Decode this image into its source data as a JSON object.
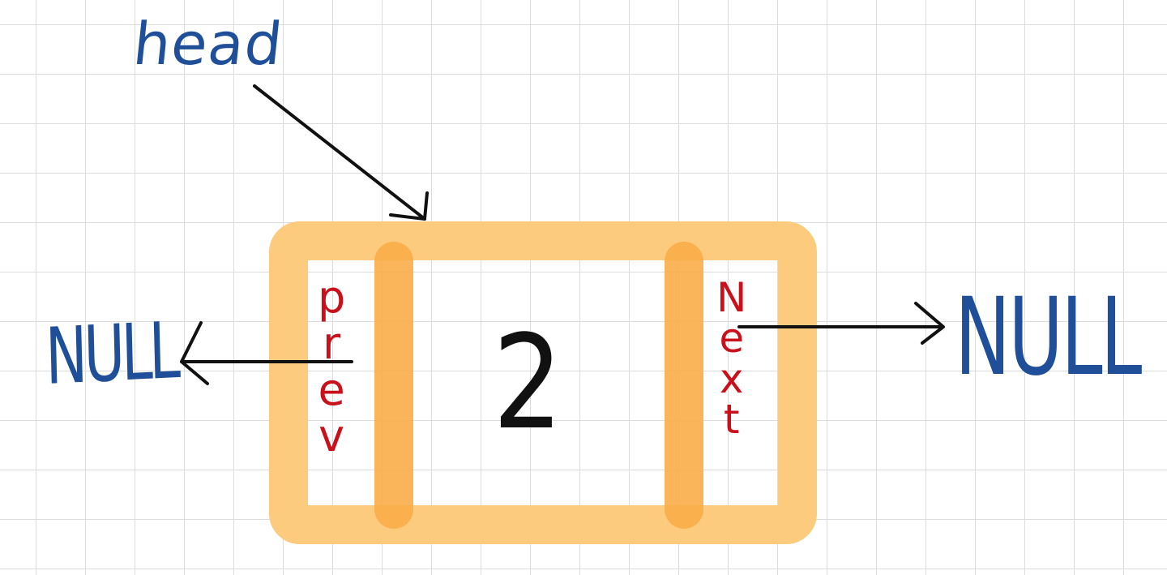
{
  "labels": {
    "head": "head",
    "null_left": "NULL",
    "null_right": "NULL",
    "prev": [
      "p",
      "r",
      "e",
      "v"
    ],
    "next": [
      "N",
      "e",
      "x",
      "t"
    ],
    "value": "2"
  },
  "colors": {
    "grid": "#dcdcdc",
    "node_border": "#fdcb7e",
    "node_divider": "#f9ad48",
    "handwriting_blue": "#1f4f98",
    "handwriting_red": "#c8111b",
    "arrow": "#111111"
  }
}
